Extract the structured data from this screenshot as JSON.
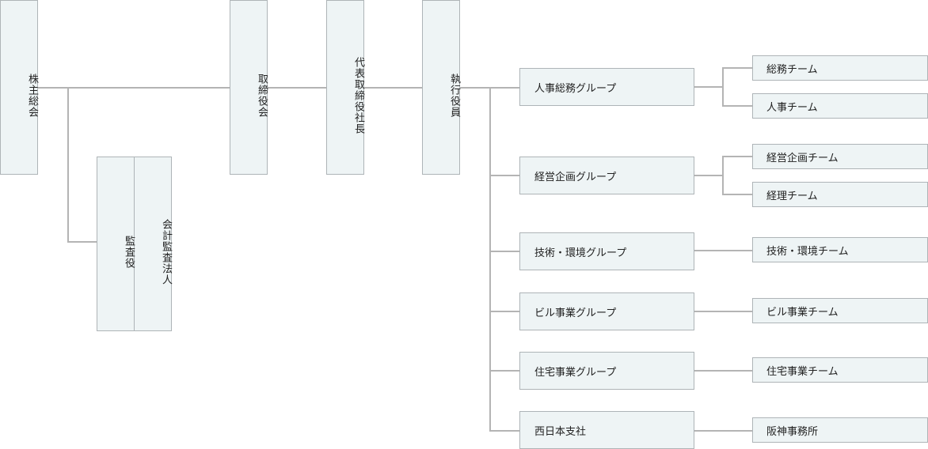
{
  "top": {
    "shareholders": "株主総会",
    "auditor": "監査役",
    "accounting_auditor": "会計監査法人",
    "board": "取締役会",
    "president": "代表取締役社長",
    "executive": "執行役員"
  },
  "groups": [
    {
      "label": "人事総務グループ",
      "teams": [
        "総務チーム",
        "人事チーム"
      ]
    },
    {
      "label": "経営企画グループ",
      "teams": [
        "経営企画チーム",
        "経理チーム"
      ]
    },
    {
      "label": "技術・環境グループ",
      "teams": [
        "技術・環境チーム"
      ]
    },
    {
      "label": "ビル事業グループ",
      "teams": [
        "ビル事業チーム"
      ]
    },
    {
      "label": "住宅事業グループ",
      "teams": [
        "住宅事業チーム"
      ]
    },
    {
      "label": "西日本支社",
      "teams": [
        "阪神事務所"
      ]
    }
  ]
}
